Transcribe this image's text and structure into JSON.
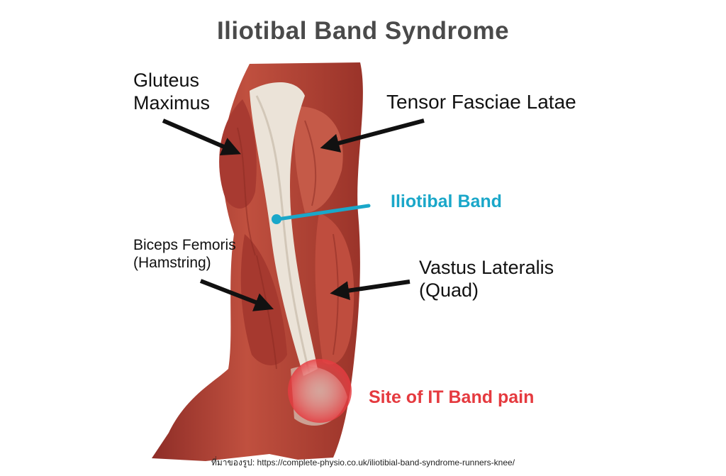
{
  "title": "Iliotibal Band Syndrome",
  "labels": {
    "gluteus_line1": "Gluteus",
    "gluteus_line2": "Maximus",
    "tensor": "Tensor Fasciae Latae",
    "it_band": "Iliotibal Band",
    "biceps_line1": "Biceps Femoris",
    "biceps_line2": "(Hamstring)",
    "vastus_line1": "Vastus Lateralis",
    "vastus_line2": "(Quad)",
    "site": "Site of IT Band pain"
  },
  "source": "ที่มาของรูป: https://complete-physio.co.uk/iliotibial-band-syndrome-runners-knee/",
  "colors": {
    "title": "#4a4a4a",
    "it_band": "#1aa7c9",
    "site": "#e53a3f",
    "muscle": "#b8463c",
    "tendon": "#ece4da",
    "arrow": "#111111"
  }
}
